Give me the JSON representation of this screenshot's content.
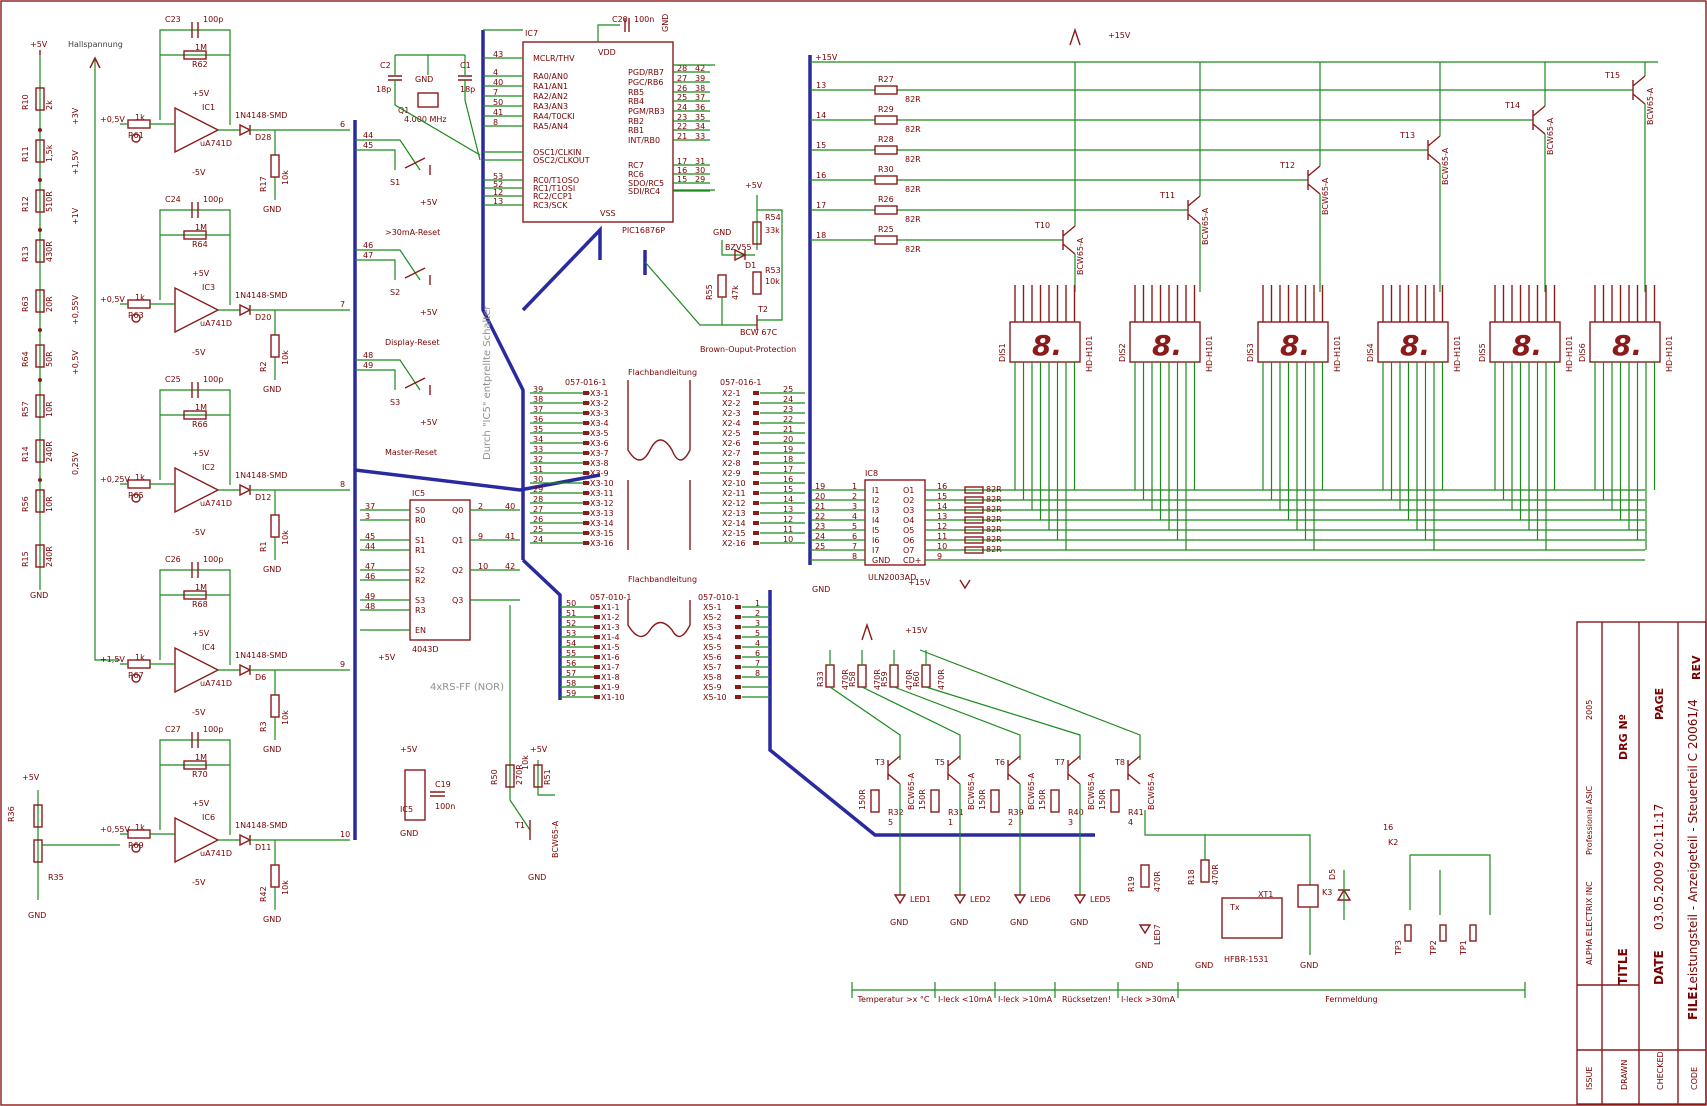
{
  "supply_labels": {
    "p5v": "+5V",
    "m5v": "-5V",
    "p15v": "+15V",
    "gnd": "GND"
  },
  "hallspannung": "Hallspannung",
  "divider": {
    "resistors": [
      {
        "name": "R10",
        "value": "2k"
      },
      {
        "name": "R11",
        "value": "1,5k"
      },
      {
        "name": "R12",
        "value": "510R"
      },
      {
        "name": "R13",
        "value": "430R"
      },
      {
        "name": "R63",
        "value": "20R"
      },
      {
        "name": "R64",
        "value": "50R"
      },
      {
        "name": "R57",
        "value": "10R"
      },
      {
        "name": "R14",
        "value": "240R"
      },
      {
        "name": "R56",
        "value": "10R"
      },
      {
        "name": "R15",
        "value": "240R"
      }
    ],
    "taps": [
      "+3V",
      "+1,5V",
      "+1V",
      "+0,55V",
      "+0,5V",
      "0,25V"
    ]
  },
  "opamp_stages": [
    {
      "ic": "IC1",
      "cap": "C23",
      "capval": "100p",
      "rf": "R62",
      "rfval": "1M",
      "rin": "R61",
      "rinval": "1k",
      "ref": "+0,5V",
      "type": "uA741D",
      "diode": "D28",
      "dtype": "1N4148-SMD",
      "rload": "R17",
      "rloadval": "10k",
      "bus": "6"
    },
    {
      "ic": "IC3",
      "cap": "C24",
      "capval": "100p",
      "rf": "R64",
      "rfval": "1M",
      "rin": "R63",
      "rinval": "1k",
      "ref": "+0,5V",
      "type": "uA741D",
      "diode": "D20",
      "dtype": "1N4148-SMD",
      "rload": "R2",
      "rloadval": "10k",
      "bus": "7"
    },
    {
      "ic": "IC2",
      "cap": "C25",
      "capval": "100p",
      "rf": "R66",
      "rfval": "1M",
      "rin": "R65",
      "rinval": "1k",
      "ref": "+0,25V",
      "type": "uA741D",
      "diode": "D12",
      "dtype": "1N4148-SMD",
      "rload": "R1",
      "rloadval": "10k",
      "bus": "8"
    },
    {
      "ic": "IC4",
      "cap": "C26",
      "capval": "100p",
      "rf": "R68",
      "rfval": "1M",
      "rin": "R67",
      "rinval": "1k",
      "ref": "+1,5V",
      "type": "uA741D",
      "diode": "D6",
      "dtype": "1N4148-SMD",
      "rload": "R3",
      "rloadval": "10k",
      "bus": "9"
    },
    {
      "ic": "IC6",
      "cap": "C27",
      "capval": "100p",
      "rf": "R70",
      "rfval": "1M",
      "rin": "R69",
      "rinval": "1k",
      "ref": "+0,55V",
      "type": "uA741D",
      "diode": "D11",
      "dtype": "1N4148-SMD",
      "rload": "R42",
      "rloadval": "10k",
      "bus": "10"
    }
  ],
  "pot": {
    "r36": "R36",
    "r35": "R35"
  },
  "switches": [
    {
      "name": "S1",
      "label": ">30mA-Reset",
      "pins": [
        "44",
        "45"
      ]
    },
    {
      "name": "S2",
      "label": "Display-Reset",
      "pins": [
        "46",
        "47"
      ]
    },
    {
      "name": "S3",
      "label": "Master-Reset",
      "pins": [
        "48",
        "49"
      ]
    }
  ],
  "crystal": {
    "q1": "Q1",
    "freq": "4.000 MHz",
    "c2": "C2",
    "c2v": "18p",
    "c1": "C1",
    "c1v": "18p"
  },
  "mcu": {
    "name": "IC7",
    "type": "PIC16876P",
    "cap": "C20",
    "capval": "100n",
    "left_pins": [
      "MCLR/THV",
      "RA0/AN0",
      "RA1/AN1",
      "RA2/AN2",
      "RA3/AN3",
      "RA4/T0CKI",
      "RA5/AN4",
      "",
      "OSC1/CLKIN",
      "OSC2/CLKOUT",
      "",
      "RC0/T1OSO",
      "RC1/T1OSI",
      "RC2/CCP1",
      "RC3/SCK"
    ],
    "right_pins": [
      "PGD/RB7",
      "PGC/RB6",
      "RB5",
      "RB4",
      "PGM/RB3",
      "RB2",
      "RB1",
      "INT/RB0",
      "",
      "RC7",
      "RC6",
      "SDO/RC5",
      "SDI/RC4"
    ],
    "vdd": "VDD",
    "vss": "VSS"
  },
  "brownout": {
    "label": "Brown-Ouput-Protection",
    "r54": "R54",
    "r54v": "33k",
    "r53": "R53",
    "r53v": "10k",
    "r55": "R55",
    "r55v": "47k",
    "zener": "BZV55",
    "d1": "D1",
    "t2": "T2",
    "t2type": "BCW 67C"
  },
  "note_ic5": "Durch \"IC5\" entprellte Schalter",
  "flip_flop": {
    "name": "IC5",
    "type": "4043D",
    "label": "4xRS-FF (NOR)",
    "pins": [
      "S0",
      "R0",
      "S1",
      "R1",
      "S2",
      "R2",
      "S3",
      "R3",
      "EN"
    ],
    "outs": [
      "Q0",
      "Q1",
      "Q2",
      "Q3"
    ]
  },
  "ic5_supply": {
    "name": "IC5",
    "cap": "C19",
    "capval": "100n"
  },
  "t1": {
    "name": "T1",
    "type": "BCW65-A",
    "r50": "R50",
    "r50v": "270R",
    "r51": "R51",
    "r51v": "10k"
  },
  "flatcable": {
    "label": "Flachbandleitung",
    "x3_title": "057-016-1",
    "x2_title": "057-016-1",
    "x3_pins": [
      "X3-1",
      "X3-2",
      "X3-3",
      "X3-4",
      "X3-5",
      "X3-6",
      "X3-7",
      "X3-8",
      "X3-9",
      "X3-10",
      "X3-11",
      "X3-12",
      "X3-13",
      "X3-14",
      "X3-15",
      "X3-16"
    ],
    "x2_pins": [
      "X2-1",
      "X2-2",
      "X2-3",
      "X2-4",
      "X2-5",
      "X2-6",
      "X2-7",
      "X2-8",
      "X2-9",
      "X2-10",
      "X2-11",
      "X2-12",
      "X2-13",
      "X2-14",
      "X2-15",
      "X2-16"
    ],
    "x1_title": "057-010-1",
    "x5_title": "057-010-1",
    "x1_pins": [
      "X1-1",
      "X1-2",
      "X1-3",
      "X1-4",
      "X1-5",
      "X1-6",
      "X1-7",
      "X1-8",
      "X1-9",
      "X1-10"
    ],
    "x5_pins": [
      "X5-1",
      "X5-2",
      "X5-3",
      "X5-4",
      "X5-5",
      "X5-6",
      "X5-7",
      "X5-8",
      "X5-9",
      "X5-10"
    ]
  },
  "driver": {
    "name": "IC8",
    "type": "ULN2003AD",
    "ins": [
      "I1",
      "I2",
      "I3",
      "I4",
      "I5",
      "I6",
      "I7",
      "GND"
    ],
    "outs": [
      "O1",
      "O2",
      "O3",
      "O4",
      "O5",
      "O6",
      "O7",
      "CD+"
    ],
    "res": "82R"
  },
  "digit_transistors": [
    {
      "t": "T15",
      "r": "R27"
    },
    {
      "t": "T14",
      "r": "R29"
    },
    {
      "t": "T13",
      "r": "R28"
    },
    {
      "t": "T12",
      "r": "R30"
    },
    {
      "t": "T11",
      "r": "R26"
    },
    {
      "t": "T10",
      "r": "R25"
    }
  ],
  "digit_res_value": "82R",
  "transistor_type": "BCW65-A",
  "displays": [
    {
      "name": "DIS1",
      "type": "HD-H101"
    },
    {
      "name": "DIS2",
      "type": "HD-H101"
    },
    {
      "name": "DIS3",
      "type": "HD-H101"
    },
    {
      "name": "DIS4",
      "type": "HD-H101"
    },
    {
      "name": "DIS5",
      "type": "HD-H101"
    },
    {
      "name": "DIS6",
      "type": "HD-H101"
    }
  ],
  "digit_glyph": "8.",
  "led_stage": [
    {
      "t": "T3",
      "rb": "R32",
      "rbv": "150R",
      "rc": "R33",
      "rcv": "470R",
      "led": "LED1",
      "n": "5"
    },
    {
      "t": "T5",
      "rb": "R31",
      "rbv": "150R",
      "rc": "R58",
      "rcv": "470R",
      "led": "LED2",
      "n": "1"
    },
    {
      "t": "T6",
      "rb": "R39",
      "rbv": "150R",
      "rc": "R59",
      "rcv": "470R",
      "led": "LED6",
      "n": "2"
    },
    {
      "t": "T7",
      "rb": "R40",
      "rbv": "150R",
      "rc": "R60",
      "rcv": "470R",
      "led": "LED5",
      "n": "3"
    },
    {
      "t": "T8",
      "rb": "R41",
      "rbv": "150R",
      "rc": "",
      "rcv": "",
      "led": "LED7",
      "n": "4"
    }
  ],
  "relay": {
    "k3": "K3",
    "d5": "D5",
    "r19": "R19",
    "r19v": "470R",
    "r18": "R18",
    "r18v": "470R",
    "xt1": "XT1",
    "hfbr": "HFBR-1531",
    "tx": "Tx",
    "k2": "K2",
    "k2pin": "16",
    "tps": [
      "TP3",
      "TP2",
      "TP1"
    ]
  },
  "bottom_captions": [
    "Temperatur >x °C",
    "I-leck <10mA",
    "I-leck >10mA",
    "Rücksetzen!",
    "I-leck >30mA",
    "Fernmeldung"
  ],
  "titleblock": {
    "title_label": "TITLE",
    "date_label": "DATE",
    "date_value": "03.05.2009 20:11:17",
    "file_label": "FILE:",
    "file_value": "Leistungsteil - Anzeigeteil - Steuerteil C 20061/4",
    "drg_label": "DRG Nº",
    "page_label": "PAGE",
    "rev_label": "REV",
    "issue_label": "ISSUE",
    "drawn_label": "DRAWN",
    "checked_label": "CHECKED",
    "code_label": "CODE",
    "company": "ALPHA ELECTRIX INC",
    "prof": "Professional ASIC",
    "year": "2005"
  }
}
